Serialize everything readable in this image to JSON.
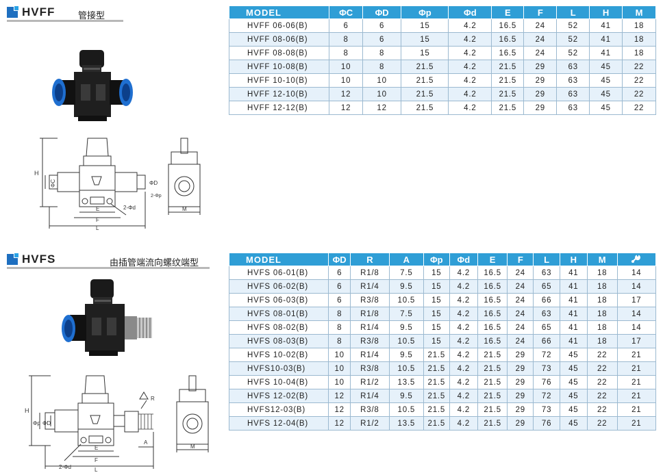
{
  "hvff": {
    "code": "HVFF",
    "desc": "管接型",
    "headers": [
      "MODEL",
      "ΦC",
      "ΦD",
      "Φp",
      "Φd",
      "E",
      "F",
      "L",
      "H",
      "M"
    ],
    "rows": [
      [
        "HVFF 06-06(B)",
        "6",
        "6",
        "15",
        "4.2",
        "16.5",
        "24",
        "52",
        "41",
        "18"
      ],
      [
        "HVFF 08-06(B)",
        "8",
        "6",
        "15",
        "4.2",
        "16.5",
        "24",
        "52",
        "41",
        "18"
      ],
      [
        "HVFF 08-08(B)",
        "8",
        "8",
        "15",
        "4.2",
        "16.5",
        "24",
        "52",
        "41",
        "18"
      ],
      [
        "HVFF 10-08(B)",
        "10",
        "8",
        "21.5",
        "4.2",
        "21.5",
        "29",
        "63",
        "45",
        "22"
      ],
      [
        "HVFF 10-10(B)",
        "10",
        "10",
        "21.5",
        "4.2",
        "21.5",
        "29",
        "63",
        "45",
        "22"
      ],
      [
        "HVFF 12-10(B)",
        "12",
        "10",
        "21.5",
        "4.2",
        "21.5",
        "29",
        "63",
        "45",
        "22"
      ],
      [
        "HVFF 12-12(B)",
        "12",
        "12",
        "21.5",
        "4.2",
        "21.5",
        "29",
        "63",
        "45",
        "22"
      ]
    ],
    "drawing_labels": {
      "h": "H",
      "c": "ΦC",
      "d": "ΦD",
      "p": "2-Φp",
      "dd": "2-Φd",
      "e": "E",
      "f": "F",
      "l": "L",
      "m": "M"
    }
  },
  "hvfs": {
    "code": "HVFS",
    "desc": "由插管端流向螺纹端型",
    "headers": [
      "MODEL",
      "ΦD",
      "R",
      "A",
      "Φp",
      "Φd",
      "E",
      "F",
      "L",
      "H",
      "M",
      "wrench"
    ],
    "rows": [
      [
        "HVFS 06-01(B)",
        "6",
        "R1/8",
        "7.5",
        "15",
        "4.2",
        "16.5",
        "24",
        "63",
        "41",
        "18",
        "14"
      ],
      [
        "HVFS 06-02(B)",
        "6",
        "R1/4",
        "9.5",
        "15",
        "4.2",
        "16.5",
        "24",
        "65",
        "41",
        "18",
        "14"
      ],
      [
        "HVFS 06-03(B)",
        "6",
        "R3/8",
        "10.5",
        "15",
        "4.2",
        "16.5",
        "24",
        "66",
        "41",
        "18",
        "17"
      ],
      [
        "HVFS 08-01(B)",
        "8",
        "R1/8",
        "7.5",
        "15",
        "4.2",
        "16.5",
        "24",
        "63",
        "41",
        "18",
        "14"
      ],
      [
        "HVFS 08-02(B)",
        "8",
        "R1/4",
        "9.5",
        "15",
        "4.2",
        "16.5",
        "24",
        "65",
        "41",
        "18",
        "14"
      ],
      [
        "HVFS 08-03(B)",
        "8",
        "R3/8",
        "10.5",
        "15",
        "4.2",
        "16.5",
        "24",
        "66",
        "41",
        "18",
        "17"
      ],
      [
        "HVFS 10-02(B)",
        "10",
        "R1/4",
        "9.5",
        "21.5",
        "4.2",
        "21.5",
        "29",
        "72",
        "45",
        "22",
        "21"
      ],
      [
        "HVFS10-03(B)",
        "10",
        "R3/8",
        "10.5",
        "21.5",
        "4.2",
        "21.5",
        "29",
        "73",
        "45",
        "22",
        "21"
      ],
      [
        "HVFS 10-04(B)",
        "10",
        "R1/2",
        "13.5",
        "21.5",
        "4.2",
        "21.5",
        "29",
        "76",
        "45",
        "22",
        "21"
      ],
      [
        "HVFS 12-02(B)",
        "12",
        "R1/4",
        "9.5",
        "21.5",
        "4.2",
        "21.5",
        "29",
        "72",
        "45",
        "22",
        "21"
      ],
      [
        "HVFS12-03(B)",
        "12",
        "R3/8",
        "10.5",
        "21.5",
        "4.2",
        "21.5",
        "29",
        "73",
        "45",
        "22",
        "21"
      ],
      [
        "HVFS 12-04(B)",
        "12",
        "R1/2",
        "13.5",
        "21.5",
        "4.2",
        "21.5",
        "29",
        "76",
        "45",
        "22",
        "21"
      ]
    ],
    "drawing_labels": {
      "h": "H",
      "p": "Φp",
      "d": "ΦD",
      "dd": "2-Φd",
      "e": "E",
      "f": "F",
      "l": "L",
      "a": "A",
      "m": "M",
      "r": "R"
    }
  },
  "colors": {
    "header_bg": "#2f9ed6",
    "row_alt": "#e6f1fa",
    "fitting_blue": "#1f6fd0",
    "body_black": "#1a1a1a"
  }
}
